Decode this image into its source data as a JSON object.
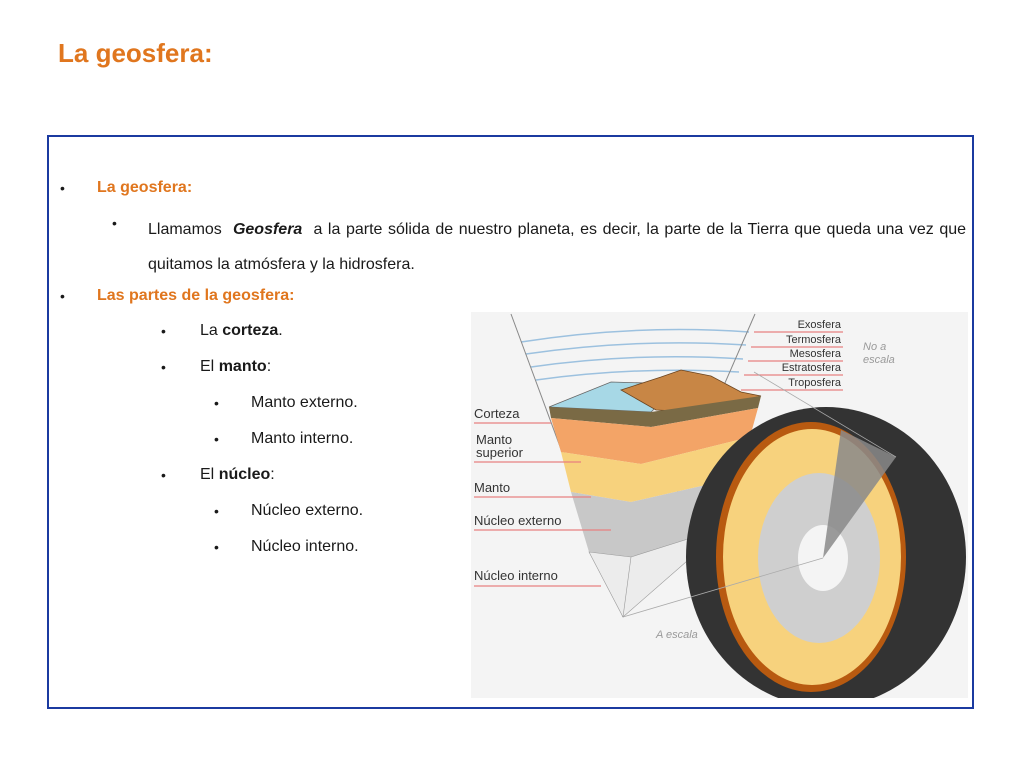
{
  "slide": {
    "title": "La geosfera:"
  },
  "content": {
    "heading1": "La geosfera:",
    "definition": {
      "prefix": "Llamamos",
      "term": "Geosfera",
      "text": "a la parte sólida de nuestro planeta, es decir, la parte de la Tierra que queda una vez que quitamos la atmósfera y la hidrosfera."
    },
    "heading2": "Las partes de la geosfera:",
    "parts": {
      "corteza": {
        "article": "La",
        "name": "corteza",
        "suffix": "."
      },
      "manto": {
        "article": "El",
        "name": "manto",
        "suffix": ":",
        "sub": [
          "Manto externo.",
          "Manto interno."
        ]
      },
      "nucleo": {
        "article": "El",
        "name": "núcleo",
        "suffix": ":",
        "sub": [
          "Núcleo externo.",
          "Núcleo interno."
        ]
      }
    }
  },
  "diagram": {
    "atmosphere_labels": [
      "Exosfera",
      "Termosfera",
      "Mesosfera",
      "Estratosfera",
      "Troposfera"
    ],
    "layer_labels": [
      "Corteza",
      "Manto",
      "superior",
      "Manto",
      "Núcleo externo",
      "Núcleo interno"
    ],
    "note_no_scale": [
      "No a",
      "escala"
    ],
    "note_scale": "A escala",
    "colors": {
      "corteza": "#7a6a45",
      "manto_superior": "#f3a467",
      "manto": "#f7d27d",
      "nucleo_externo": "#c8c8c8",
      "nucleo_interno": "#ececec",
      "label_line": "#e88080"
    }
  }
}
